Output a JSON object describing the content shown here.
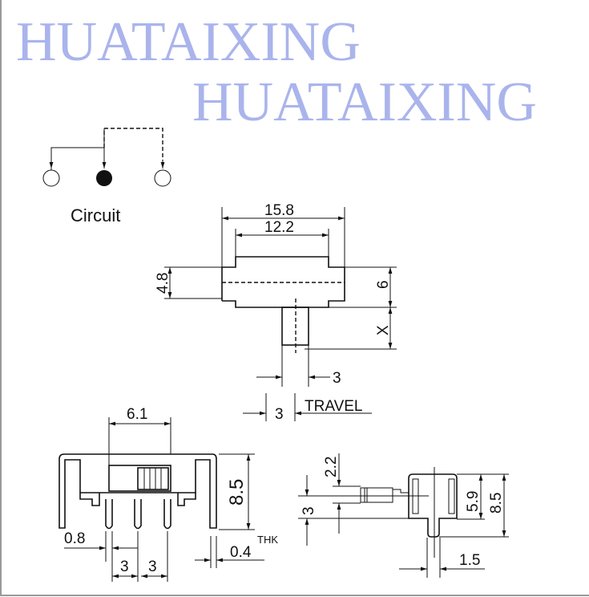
{
  "circuit": {
    "label": "Circuit"
  },
  "top_view": {
    "width_outer": "15.8",
    "width_inner": "12.2",
    "height_left": "4.8",
    "height_right": "6",
    "actuator_len": "X",
    "actuator_width": "3",
    "travel_value": "3",
    "travel_label": "TRAVEL"
  },
  "front_view": {
    "slider_width": "6.1",
    "height": "8.5",
    "pin_width": "0.8",
    "pitch_1": "3",
    "pitch_2": "3",
    "thickness": "0.4",
    "thickness_unit": "THK"
  },
  "side_view": {
    "actuator_offset": "2.2",
    "actuator_height": "3",
    "body_height": "5.9",
    "total_height": "8.5",
    "pin_width": "1.5"
  },
  "watermark": {
    "text": "HUATAIXING"
  }
}
